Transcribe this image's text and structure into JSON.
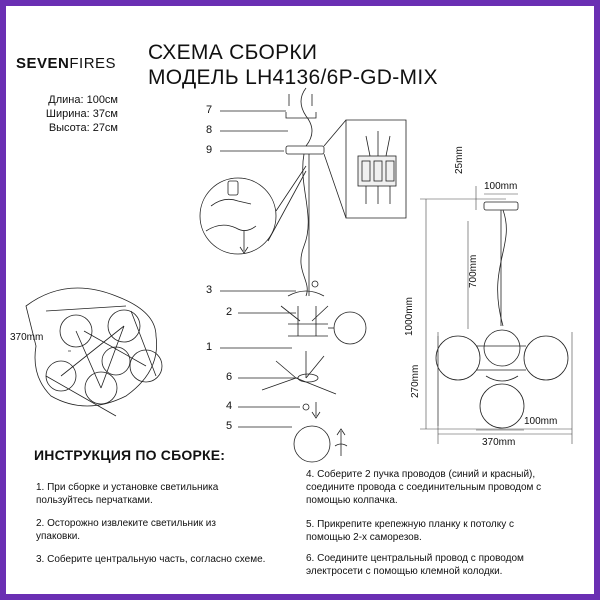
{
  "brand": {
    "part1": "SEVEN",
    "part2": "FIRES"
  },
  "title": {
    "line1": "СХЕМА СБОРКИ",
    "line2": "МОДЕЛЬ LH4136/6P-GD-MIX"
  },
  "dimensions": [
    "Длина: 100см",
    "Ширина: 37см",
    "Высота: 27см"
  ],
  "parts": [
    "7",
    "8",
    "9",
    "3",
    "2",
    "1",
    "6",
    "4",
    "5"
  ],
  "measurements": {
    "top_view_width": "370mm",
    "canopy_height": "25mm",
    "canopy_width": "100mm",
    "rod_length": "700mm",
    "total_height": "1000mm",
    "body_height": "270mm",
    "shade_width": "100mm",
    "body_width": "370mm"
  },
  "instructions": {
    "heading": "ИНСТРУКЦИЯ ПО СБОРКЕ:",
    "items": [
      "1. При сборке и установке светильника пользуйтесь перчатками.",
      "2. Осторожно извлеките светильник из упаковки.",
      "3. Соберите центральную часть, согласно схеме.",
      "4. Соберите 2 пучка проводов (синий и красный), соедините провода с соединительным проводом с помощью колпачка.",
      "5. Прикрепите крепежную планку к потолку с помощью 2-х саморезов.",
      "6. Соедините центральный провод с проводом электросети с помощью клемной колодки."
    ]
  }
}
